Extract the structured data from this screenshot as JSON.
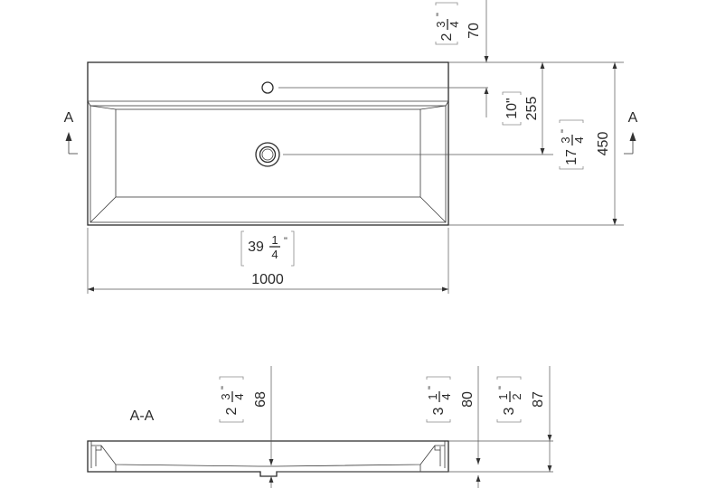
{
  "plan_view": {
    "dimensions": {
      "top_to_hole": {
        "mm": "70",
        "inch_whole": "2",
        "inch_num": "3",
        "inch_den": "4",
        "inch_mark": "\""
      },
      "hole_depth": {
        "mm": "255",
        "inch_text": "10\""
      },
      "drain_depth": {
        "mm": "",
        "inch_whole": "17",
        "inch_num": "3",
        "inch_den": "4",
        "inch_mark": "\""
      },
      "total_depth": {
        "mm": "450"
      },
      "width": {
        "mm": "1000",
        "inch_whole": "39",
        "inch_num": "1",
        "inch_den": "4",
        "inch_mark": "\""
      }
    },
    "section_marker_left": "A",
    "section_marker_right": "A"
  },
  "section_view": {
    "label": "A-A",
    "dimensions": {
      "floor_height": {
        "mm": "68",
        "inch_whole": "2",
        "inch_num": "3",
        "inch_den": "4",
        "inch_mark": "\""
      },
      "mid_height": {
        "mm": "80",
        "inch_whole": "3",
        "inch_num": "1",
        "inch_den": "4",
        "inch_mark": "\""
      },
      "total_height": {
        "mm": "87",
        "inch_whole": "3",
        "inch_num": "1",
        "inch_den": "2",
        "inch_mark": "\""
      }
    }
  }
}
